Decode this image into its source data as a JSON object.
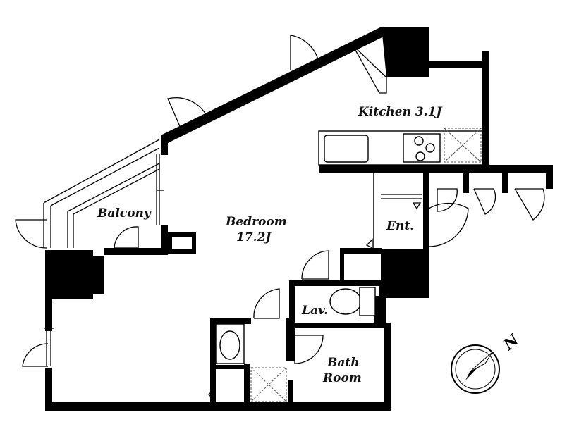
{
  "rooms": {
    "kitchen": "Kitchen 3.1J",
    "bedroom_name": "Bedroom",
    "bedroom_size": "17.2J",
    "balcony": "Balcony",
    "entrance": "Ent.",
    "lavatory": "Lav.",
    "bath_line1": "Bath",
    "bath_line2": "Room"
  },
  "compass": {
    "north": "N"
  },
  "colors": {
    "wall": "#000000",
    "background": "#ffffff"
  }
}
